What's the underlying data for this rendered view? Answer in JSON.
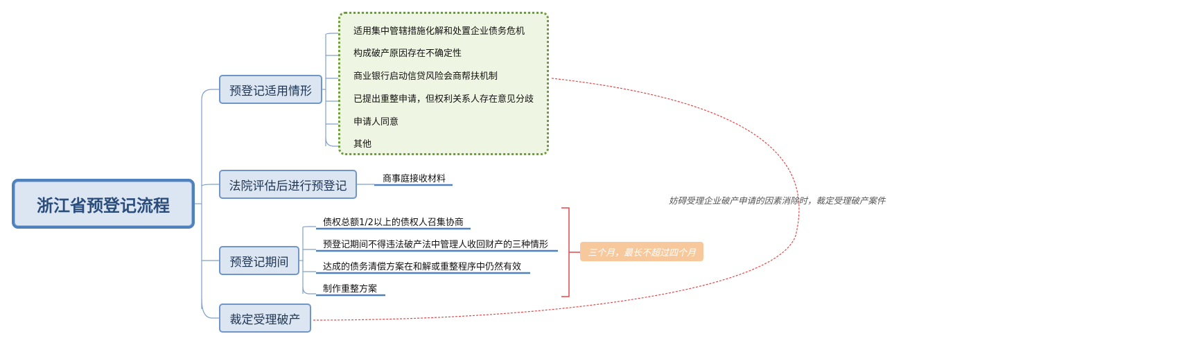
{
  "mindmap": {
    "root": "浙江省预登记流程",
    "branches": [
      {
        "label": "预登记适用情形",
        "children": [
          "适用集中管辖措施化解和处置企业债务危机",
          "构成破产原因存在不确定性",
          "商业银行启动信贷风险会商帮扶机制",
          "已提出重整申请，但权利关系人存在意见分歧",
          "申请人同意",
          "其他"
        ]
      },
      {
        "label": "法院评估后进行预登记",
        "children": [
          "商事庭接收材料"
        ]
      },
      {
        "label": "预登记期间",
        "children": [
          "债权总额1/2以上的债权人召集协商",
          "预登记期间不得违法破产法中管理人收回财产的三种情形",
          "达成的债务清偿方案在和解或重整程序中仍然有效",
          "制作重整方案"
        ],
        "summary": "三个月，最长不超过四个月"
      },
      {
        "label": "裁定受理破产",
        "children": []
      }
    ],
    "relationship": {
      "label": "妨碍受理企业破产申请的因素消除时，裁定受理破产案件"
    }
  },
  "colors": {
    "main_border": "#6f95c9",
    "main_fill": "#dce6f2",
    "leaf_underline": "#4f81bd",
    "boundary_green": "#6f9a3f",
    "boundary_fill": "#eef5e2",
    "bracket_red": "#e0484b",
    "summary_fill": "#f6c89c",
    "relationship_line": "#e0484b"
  }
}
